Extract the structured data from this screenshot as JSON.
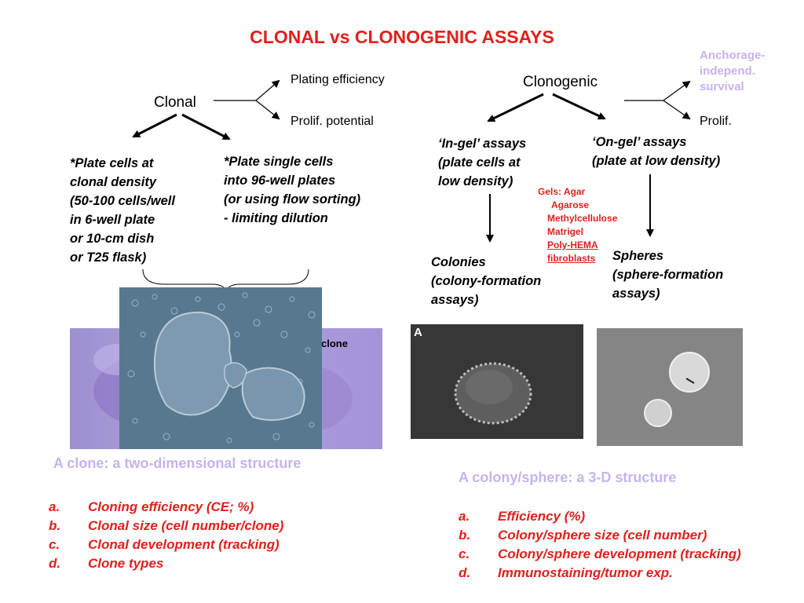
{
  "title": "CLONAL vs CLONOGENIC ASSAYS",
  "colors": {
    "title_red": "#e0201c",
    "caption_lilac": "#c6b3ee"
  },
  "left": {
    "header": "Clonal",
    "outcome_1": "Plating efficiency",
    "outcome_2": "Prolif. potential",
    "branch_a": [
      "*Plate cells at",
      "clonal density",
      "(50-100 cells/well",
      "in 6-well plate",
      "or 10-cm dish",
      "or T25 flask)"
    ],
    "branch_b": [
      "*Plate single cells",
      "into 96-well plates",
      "(or using flow sorting)",
      "- limiting dilution"
    ],
    "image_text": "clone",
    "caption": "A clone: a two-dimensional structure",
    "list": [
      {
        "key": "a.",
        "text": "Cloning efficiency (CE; %)"
      },
      {
        "key": "b.",
        "text": "Clonal size (cell number/clone)"
      },
      {
        "key": "c.",
        "text": "Clonal development (tracking)"
      },
      {
        "key": "d.",
        "text": "Clone types"
      }
    ]
  },
  "right": {
    "header": "Clonogenic",
    "outcome_1": [
      "Anchorage-",
      "independ.",
      "survival"
    ],
    "outcome_2": "Prolif.",
    "in_gel": [
      "‘In-gel’ assays",
      "(plate cells at",
      "low density)"
    ],
    "on_gel": [
      "‘On-gel’ assays",
      "(plate at low density)"
    ],
    "gels": [
      "Gels: Agar",
      "Agarose",
      "Methylcellulose",
      "Matrigel",
      "Poly-HEMA",
      "fibroblasts"
    ],
    "colonies": [
      "Colonies",
      "(colony-formation",
      "assays)"
    ],
    "spheres": [
      "Spheres",
      "(sphere-formation",
      "assays)"
    ],
    "image_label": "A",
    "caption": "A colony/sphere: a 3-D structure",
    "list": [
      {
        "key": "a.",
        "text": "Efficiency (%)"
      },
      {
        "key": "b.",
        "text": "Colony/sphere size (cell number)"
      },
      {
        "key": "c.",
        "text": "Colony/sphere development (tracking)"
      },
      {
        "key": "d.",
        "text": "Immunostaining/tumor exp."
      }
    ]
  }
}
